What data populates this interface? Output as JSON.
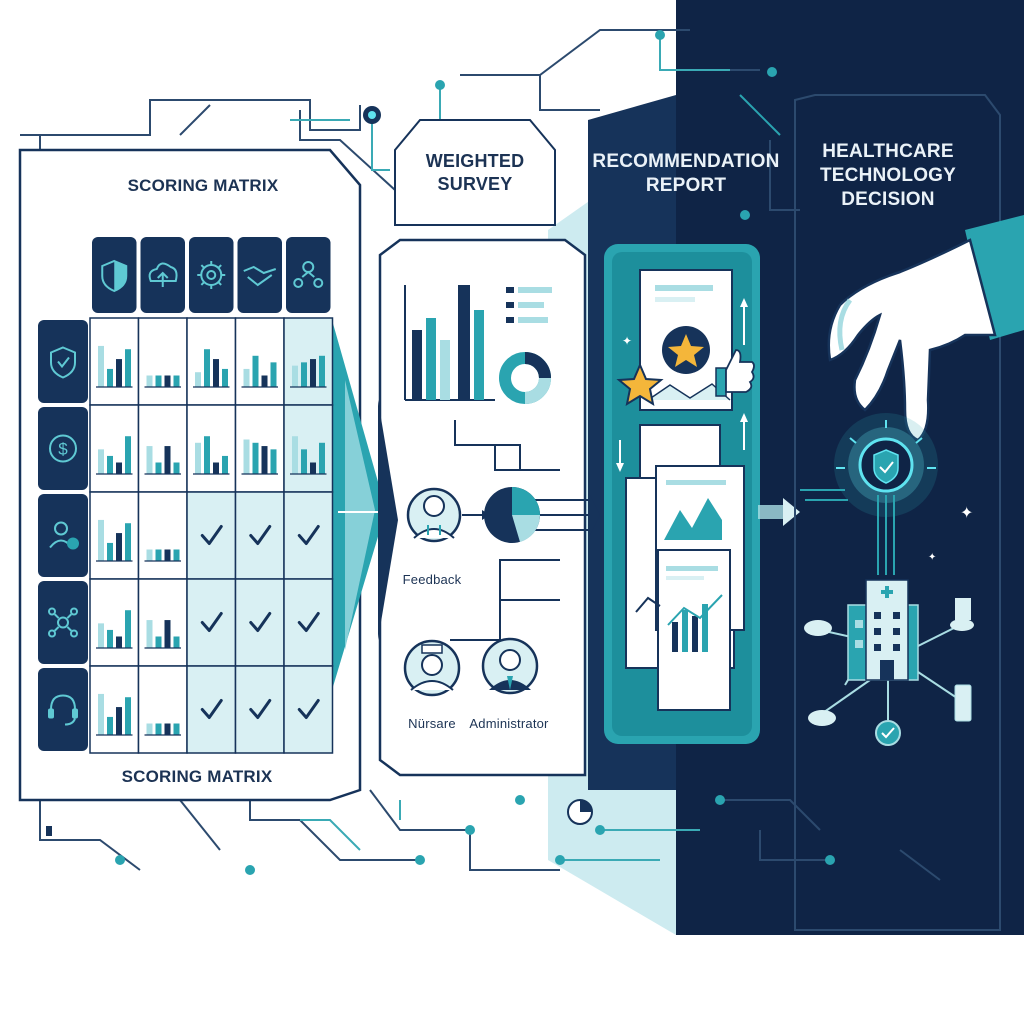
{
  "scoring_matrix": {
    "title_top": "SCORING MATRIX",
    "title_bottom": "SCORING MATRIX",
    "column_icons": [
      "shield-icon",
      "cloud-upload-icon",
      "gear-icon",
      "handshake-icon",
      "people-network-icon"
    ],
    "row_icons": [
      "shield-check-icon",
      "dollar-icon",
      "user-check-icon",
      "network-nodes-icon",
      "headset-icon"
    ],
    "cells": [
      [
        "bars",
        "bars",
        "bars",
        "bars",
        "bars"
      ],
      [
        "bars",
        "bars",
        "bars",
        "bars",
        "bars"
      ],
      [
        "bars",
        "bars",
        "check",
        "check",
        "check"
      ],
      [
        "bars",
        "bars",
        "check",
        "check",
        "check"
      ],
      [
        "bars",
        "bars",
        "check",
        "check",
        "check"
      ]
    ]
  },
  "weighted_survey": {
    "title": "WEIGHTED\nSURVEY",
    "feedback_label": "Feedback",
    "nurse_label": "Nürsare",
    "administrator_label": "Administrator"
  },
  "recommendation_report": {
    "title": "RECOMMENDATION\nREPORT"
  },
  "decision": {
    "title": "HEALTHCARE\nTECHNOLOGY\nDECISION"
  },
  "colors": {
    "navy": "#16335a",
    "dark_navy": "#0f2446",
    "teal": "#2aa4b0",
    "light_teal": "#a9dde3",
    "pale_teal": "#d9f0f3",
    "glow": "#5fe3f0",
    "gold": "#f4b63a"
  }
}
